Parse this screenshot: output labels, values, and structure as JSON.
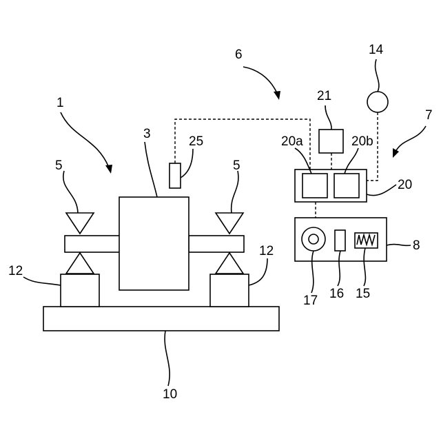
{
  "labels": {
    "l1": "1",
    "l3": "3",
    "l5a": "5",
    "l5b": "5",
    "l6": "6",
    "l7": "7",
    "l8": "8",
    "l10": "10",
    "l12a": "12",
    "l12b": "12",
    "l14": "14",
    "l15": "15",
    "l16": "16",
    "l17": "17",
    "l20": "20",
    "l20a": "20a",
    "l20b": "20b",
    "l21": "21",
    "l25": "25"
  }
}
